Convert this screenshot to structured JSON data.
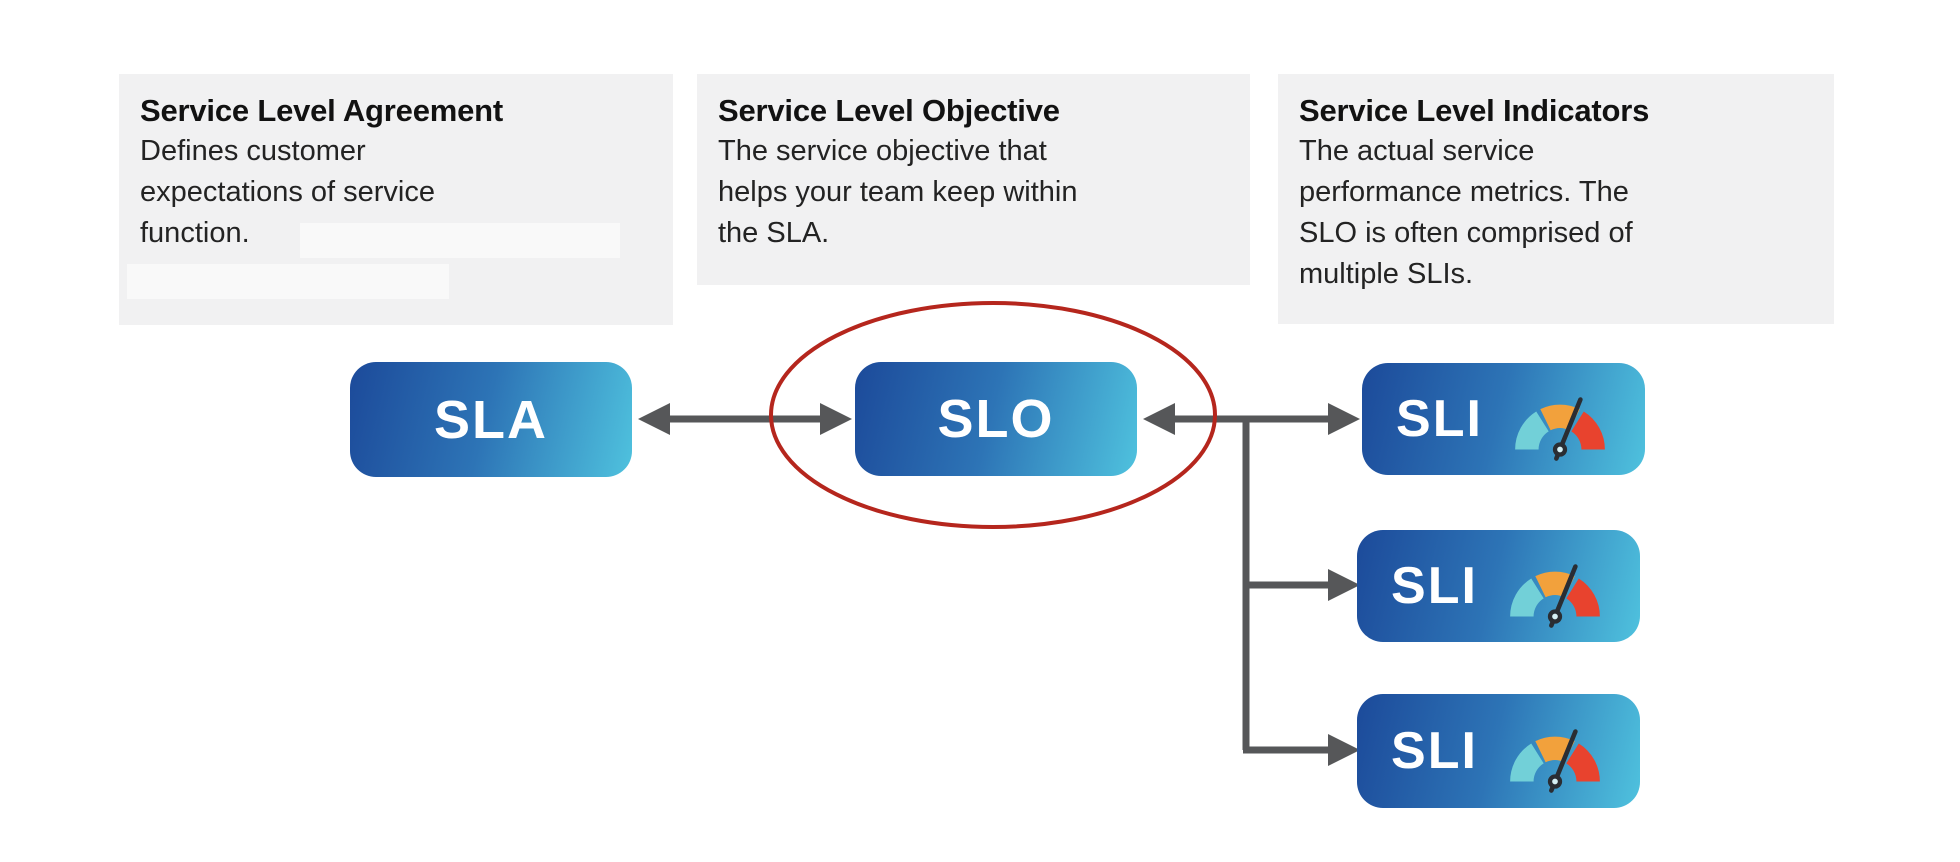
{
  "panels": [
    {
      "title": "Service Level Agreement",
      "lines": [
        "Defines customer",
        "expectations of service",
        "function."
      ]
    },
    {
      "title": "Service Level Objective",
      "lines": [
        "The service objective that",
        "helps your team keep within",
        "the SLA."
      ]
    },
    {
      "title": "Service Level Indicators",
      "lines": [
        "The actual service",
        "performance metrics. The",
        "SLO is often comprised of",
        "multiple SLIs."
      ]
    }
  ],
  "nodes": {
    "sla_label": "SLA",
    "slo_label": "SLO",
    "sli_labels": [
      "SLI",
      "SLI",
      "SLI"
    ]
  },
  "icons": {
    "gauge": "gauge-icon"
  },
  "colors": {
    "panel_bg": "#f1f1f2",
    "redaction": "#f9f9f9",
    "box_gradient_start": "#1c4a9a",
    "box_gradient_mid": "#2d74b6",
    "box_gradient_end": "#4fc2de",
    "box_text": "#ffffff",
    "arrow": "#565759",
    "highlight_ellipse": "#b5261d",
    "gauge_teal": "#72d0d8",
    "gauge_orange": "#f2a13c",
    "gauge_red": "#e8432e",
    "needle": "#2a2d33",
    "gauge_pivot": "#d6f0f5"
  }
}
